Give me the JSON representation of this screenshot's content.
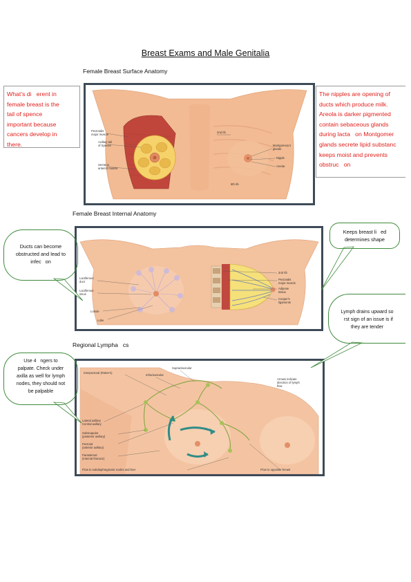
{
  "document": {
    "title": "Breast Exams and Male Genitalia"
  },
  "sections": {
    "surface": "Female Breast Surface Anatomy",
    "internal": "Female Breast Internal Anatomy",
    "lymphatics": "Regional Lympha   cs"
  },
  "notes": {
    "left_red": [
      "What’s di   erent in",
      "female breast is the",
      "tail of spence",
      "important because",
      "cancers develop in",
      "there."
    ],
    "right_red": [
      "The nipples are opening of",
      "ducts which produce milk.",
      "Areola is darker pigmented",
      "contain sebaceous glands",
      "during lacta   on Montgomer",
      "glands secrete lipid substanc",
      "keeps moist and prevents",
      "obstruc   on"
    ]
  },
  "callouts": {
    "ducts": [
      "Ducts can become",
      "obstructed and lead to",
      "infec   on"
    ],
    "shape": [
      "Keeps breast li   ed",
      "determines shape"
    ],
    "lymph_drain": [
      "Lymph drains upward so",
      "  rst sign of an issue is if",
      "they are tender"
    ],
    "palpate": [
      "Use 4   ngers to",
      "palpate. Check under",
      "axilla as well for lymph",
      "nodes, they should not",
      "be palpable"
    ]
  },
  "fig1_labels": {
    "pectoralis": [
      "Pectoralis",
      "major muscle"
    ],
    "axillary": [
      "Axillary tail",
      "of Spence"
    ],
    "serratus": [
      "Serratus",
      "anterior muscle"
    ],
    "rib2": "2nd rib",
    "montgomery": [
      "Montgomery's",
      "glands"
    ],
    "nipple": "Nipple",
    "areola": "Areola",
    "rib6": "6th rib"
  },
  "fig2_labels": {
    "lact_duct": [
      "Lactiferous",
      "duct"
    ],
    "lact_sinus": [
      "Lactiferous",
      "sinus"
    ],
    "lobule": "Lobule",
    "lobe": "Lobe",
    "rib2": "2nd rib",
    "pectoralis": [
      "Pectoralis",
      "major muscle"
    ],
    "adipose": [
      "Adipose",
      "tissue"
    ],
    "cooper": [
      "Cooper's",
      "ligaments"
    ]
  },
  "fig3_labels": {
    "supraclavicular": "Supraclavicular",
    "interpectoral": "Interpectoral (Rotter's)",
    "infraclavicular": "Infraclavicular",
    "arrows": [
      "Arrows indicate",
      "direction of lymph",
      "flow"
    ],
    "lateral": [
      "Lateral axillary",
      "Central axillary"
    ],
    "subscapular": [
      "Subscapular",
      "(posterior axillary)"
    ],
    "pectoral": [
      "Pectoral",
      "(anterior axillary)"
    ],
    "parasternal": [
      "Parasternal",
      "(internal thoracic)"
    ],
    "flow_sub": "Flow to subdiaphragmatic nodes and liver",
    "flow_opp": "Flow to opposite breast"
  },
  "colors": {
    "red_text": "#e0201c",
    "frame": "#3e4a57",
    "callout_border": "#3f8a3c",
    "skin": "#f0b58c"
  }
}
